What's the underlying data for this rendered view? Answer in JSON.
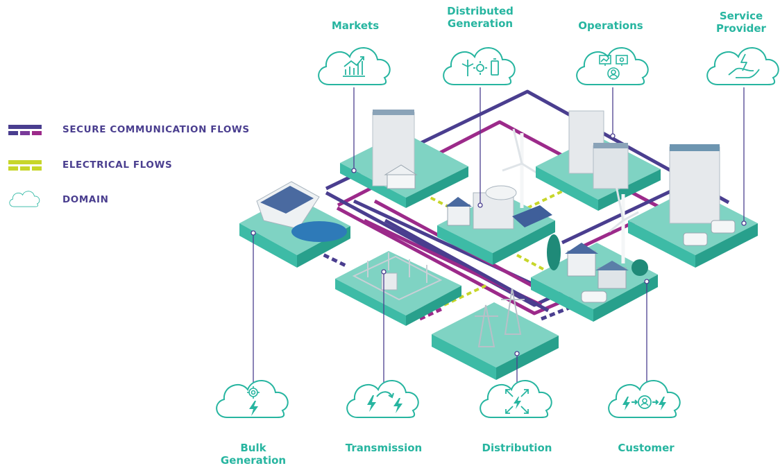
{
  "legend": {
    "secure_flows": "SECURE COMMUNICATION FLOWS",
    "electrical_flows": "ELECTRICAL FLOWS",
    "domain": "DOMAIN"
  },
  "domains": {
    "markets": "Markets",
    "distributed_generation": "Distributed\nGeneration",
    "operations": "Operations",
    "service_provider": "Service\nProvider",
    "bulk_generation": "Bulk\nGeneration",
    "transmission": "Transmission",
    "distribution": "Distribution",
    "customer": "Customer"
  },
  "colors": {
    "teal": "#27b5a0",
    "tile_top": "#7fd3c3",
    "tile_side": "#3dbba6",
    "secure_blue": "#4a3e8f",
    "secure_purple": "#9c2a8a",
    "electrical": "#c7d62a"
  },
  "icons": {
    "markets": "bar-chart-growth-icon",
    "distributed_generation": "wind-sun-battery-icon",
    "operations": "monitors-operator-icon",
    "service_provider": "hand-lightning-icon",
    "bulk_generation": "gear-lightning-icon",
    "transmission": "lightning-arrow-lightning-icon",
    "distribution": "arrows-out-icon",
    "customer": "lightning-person-lightning-icon"
  }
}
